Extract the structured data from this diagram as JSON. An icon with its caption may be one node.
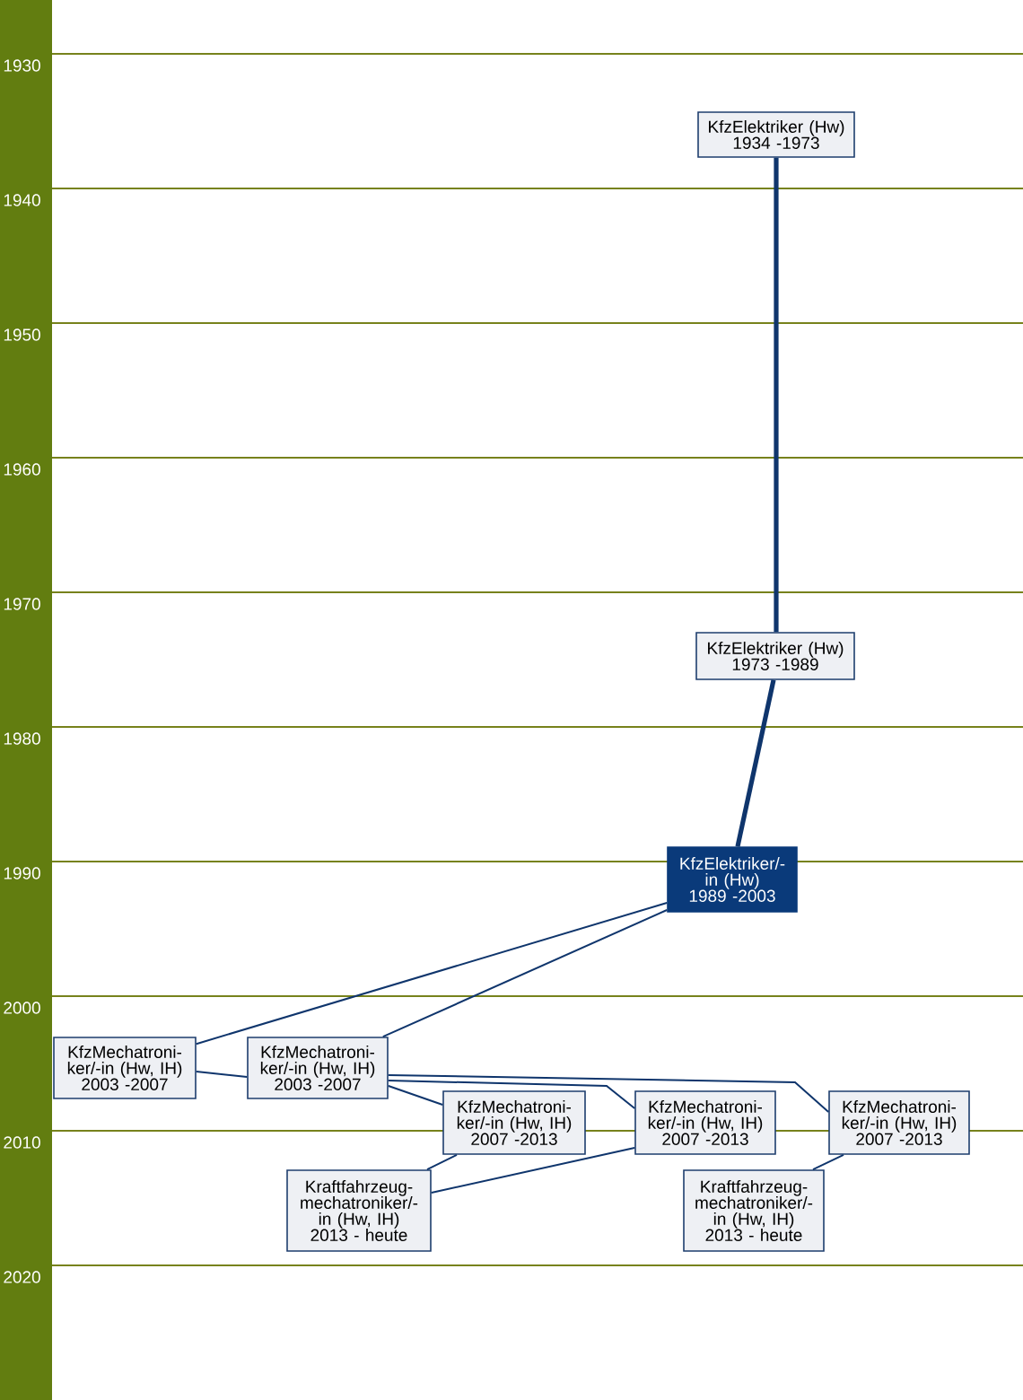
{
  "diagram": {
    "nodes": [
      {
        "text": [
          "KfzElektriker (Hw)",
          "1934 -1973"
        ]
      },
      {
        "text": [
          "KfzElektriker (Hw)",
          "1973 -1989"
        ]
      },
      {
        "text": [
          "KfzElektriker/- in (Hw)",
          "1989 -2003"
        ]
      },
      {
        "text": [
          "KfzMechatroni- ker/-in (Hw, IH)",
          "2003 -2007"
        ]
      },
      {
        "text": [
          "KfzMechatroni- ker/-in (Hw, IH)",
          "2003 -2007"
        ]
      },
      {
        "text": [
          "KfzMechatroni- ker/-in (Hw, IH)",
          "2007 -2013"
        ]
      },
      {
        "text": [
          "KfzMechatroni- ker/-in (Hw, IH)",
          "2007 -2013"
        ]
      },
      {
        "text": [
          "KfzMechatroni- ker/-in (Hw, IH)",
          "2007 -2013"
        ]
      },
      {
        "text": [
          "Kraftfahrzeug- mechatroniker/- in (Hw, IH)",
          "2013 - heute"
        ]
      },
      {
        "text": [
          "Kraftfahrzeug- mechatroniker/- in (Hw, IH)",
          "2013 - heute"
        ]
      }
    ],
    "edges": [
      {
        "from": 0,
        "to": 1,
        "arrow": "none",
        "style": "thick"
      },
      {
        "from": 1,
        "to": 2,
        "arrow": "none",
        "style": "thick"
      },
      {
        "from": 2,
        "to": 3,
        "arrow": "none"
      },
      {
        "from": 2,
        "to": 4,
        "arrow": "none"
      },
      {
        "from": 3,
        "to": 4,
        "arrow": "none"
      },
      {
        "from": 4,
        "to": 5,
        "arrow": "none"
      },
      {
        "from": 4,
        "to": 6,
        "arrow": "none"
      },
      {
        "from": 4,
        "to": 7,
        "arrow": "none"
      },
      {
        "from": 5,
        "to": 8,
        "arrow": "none"
      },
      {
        "from": 6,
        "to": 8,
        "arrow": "none"
      },
      {
        "from": 7,
        "to": 9,
        "arrow": "none"
      }
    ],
    "labels": [
      "1930",
      "1940",
      "1950",
      "1960",
      "1970",
      "1980",
      "1990",
      "2000",
      "2010",
      "2020"
    ]
  }
}
